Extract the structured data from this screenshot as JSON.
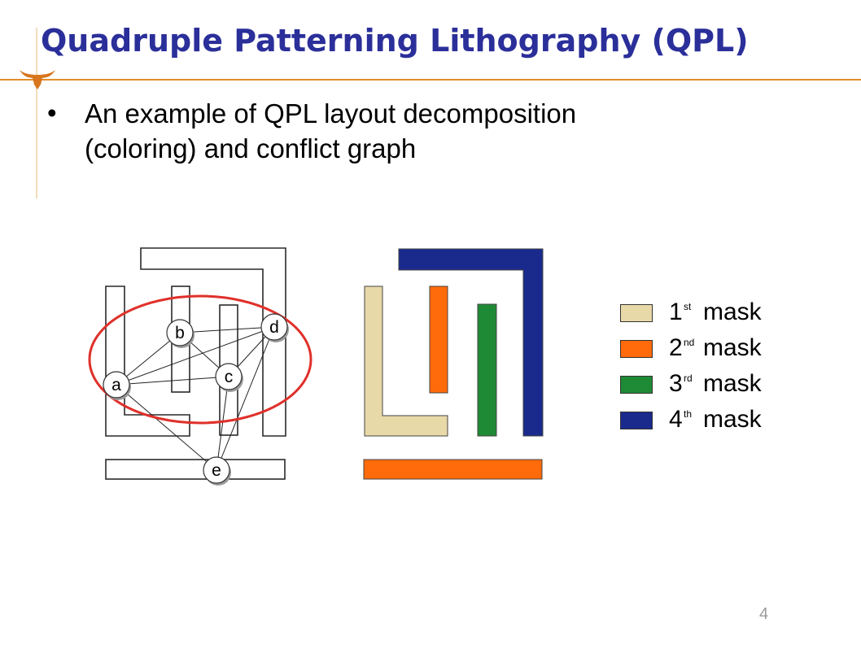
{
  "slide": {
    "title": "Quadruple Patterning Lithography (QPL)",
    "bullet": "•",
    "bullet_text_line1": "An example of QPL layout decomposition",
    "bullet_text_line2": "(coloring) and conflict graph",
    "page_number": "4"
  },
  "conflict_graph": {
    "nodes": [
      {
        "id": "a",
        "label": "a"
      },
      {
        "id": "b",
        "label": "b"
      },
      {
        "id": "c",
        "label": "c"
      },
      {
        "id": "d",
        "label": "d"
      },
      {
        "id": "e",
        "label": "e"
      }
    ],
    "edges": [
      [
        "a",
        "b"
      ],
      [
        "a",
        "c"
      ],
      [
        "a",
        "d"
      ],
      [
        "a",
        "e"
      ],
      [
        "b",
        "c"
      ],
      [
        "b",
        "d"
      ],
      [
        "c",
        "d"
      ],
      [
        "c",
        "e"
      ],
      [
        "d",
        "e"
      ]
    ],
    "highlight_color": "#e0302a"
  },
  "legend": [
    {
      "number": "1",
      "suffix": "st",
      "word": "mask",
      "color": "#e8d9a8"
    },
    {
      "number": "2",
      "suffix": "nd",
      "word": "mask",
      "color": "#ff6a0a"
    },
    {
      "number": "3",
      "suffix": "rd",
      "word": "mask",
      "color": "#1f8a35"
    },
    {
      "number": "4",
      "suffix": "th",
      "word": "mask",
      "color": "#1a2a8c"
    }
  ],
  "colors": {
    "title": "#2b2f9a",
    "accent_rule": "#e28d2b",
    "logo": "#d8761d"
  }
}
